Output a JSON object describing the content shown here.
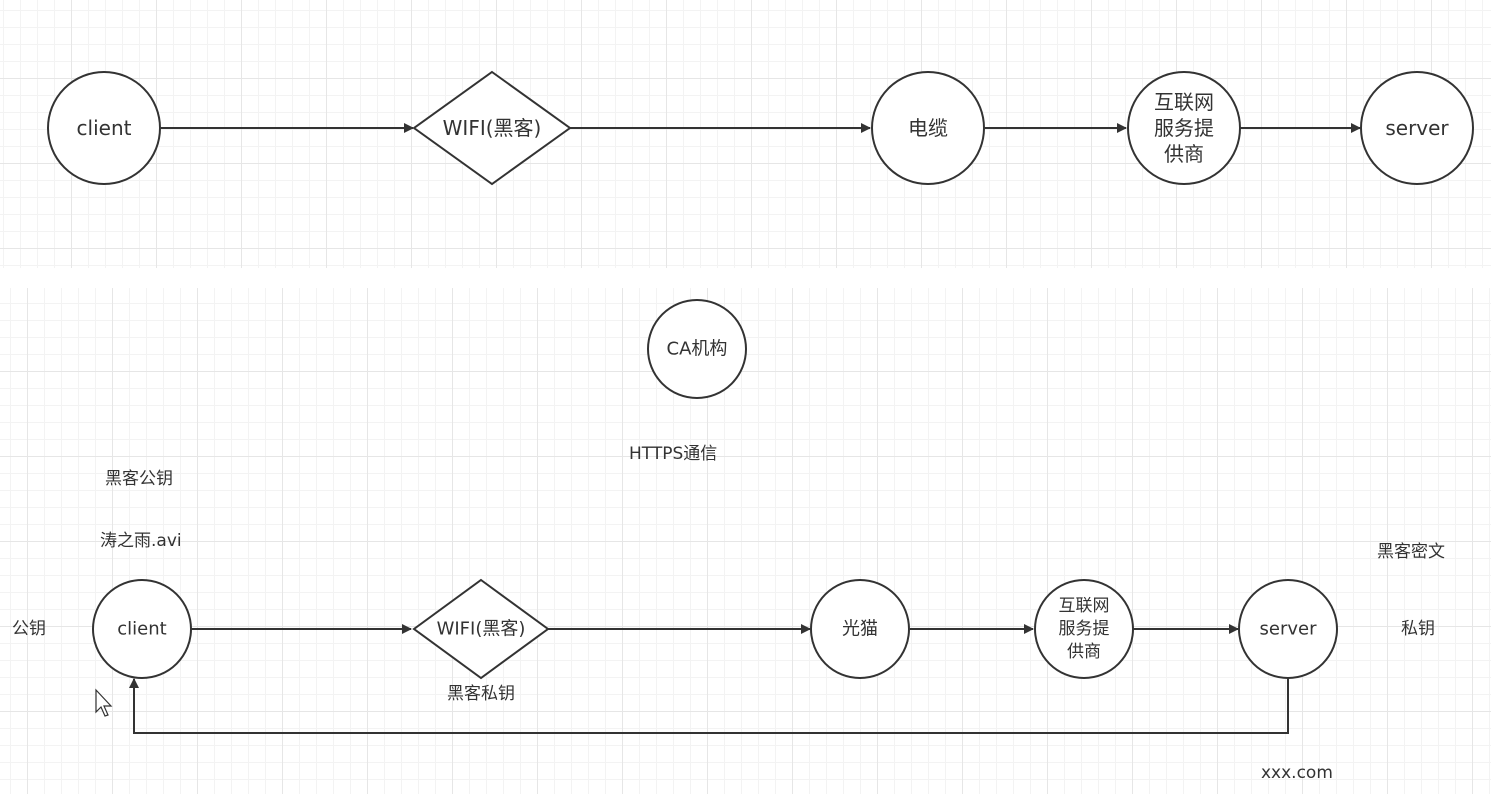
{
  "top_flow": {
    "nodes": {
      "client": "client",
      "wifi": "WIFI(黑客)",
      "cable": "电缆",
      "isp": [
        "互联网",
        "服务提",
        "供商"
      ],
      "server": "server"
    }
  },
  "bottom_flow": {
    "nodes": {
      "ca": "CA机构",
      "client": "client",
      "wifi": "WIFI(黑客)",
      "modem": "光猫",
      "isp": [
        "互联网",
        "服务提",
        "供商"
      ],
      "server": "server"
    },
    "labels": {
      "https": "HTTPS通信",
      "hacker_public_key": "黑客公钥",
      "file_name": "涛之雨.avi",
      "public_key": "公钥",
      "hacker_private_key": "黑客私钥",
      "hacker_ciphertext": "黑客密文",
      "private_key": "私钥",
      "domain": "xxx.com"
    }
  },
  "colors": {
    "stroke": "#333333",
    "grid_major": "#e6e6e6",
    "grid_minor": "#f3f3f3",
    "background": "#ffffff"
  }
}
